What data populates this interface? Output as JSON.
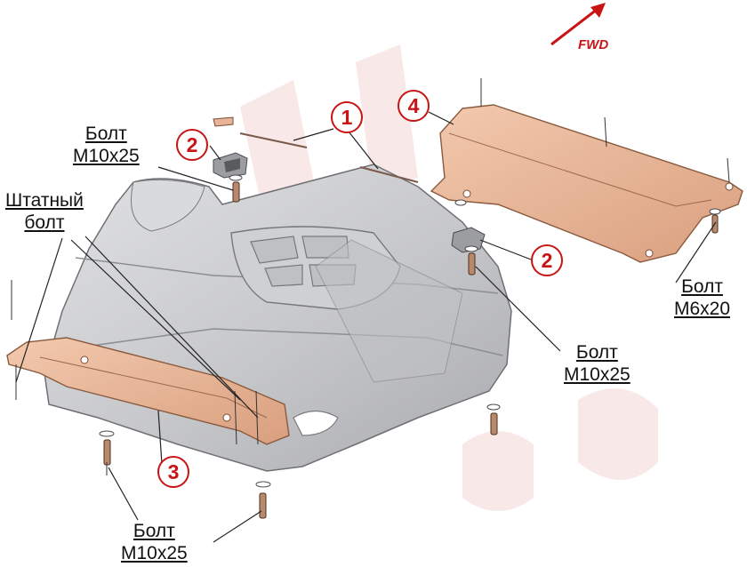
{
  "direction": {
    "label": "FWD",
    "color": "#c81414"
  },
  "watermark": {
    "text": "ALF",
    "text2": "ECO",
    "color": "#f0d0d0"
  },
  "callouts": [
    {
      "id": "1",
      "part": "tube-plate"
    },
    {
      "id": "2",
      "part": "bracket-left"
    },
    {
      "id": "2",
      "part": "bracket-right"
    },
    {
      "id": "3",
      "part": "front-plate"
    },
    {
      "id": "4",
      "part": "rear-plate"
    }
  ],
  "labels": {
    "bolt_top_left": [
      "Болт",
      "M10x25"
    ],
    "stock_bolt": [
      "Штатный",
      "болт"
    ],
    "bolt_right_mid": [
      "Болт",
      "M10x25"
    ],
    "bolt_right": [
      "Болт",
      "M6x20"
    ],
    "bolt_bottom": [
      "Болт",
      "M10x25"
    ]
  },
  "colors": {
    "main_shield": "#c9cacc",
    "copper_plate": "#e8b497",
    "callout_red": "#c81414"
  }
}
